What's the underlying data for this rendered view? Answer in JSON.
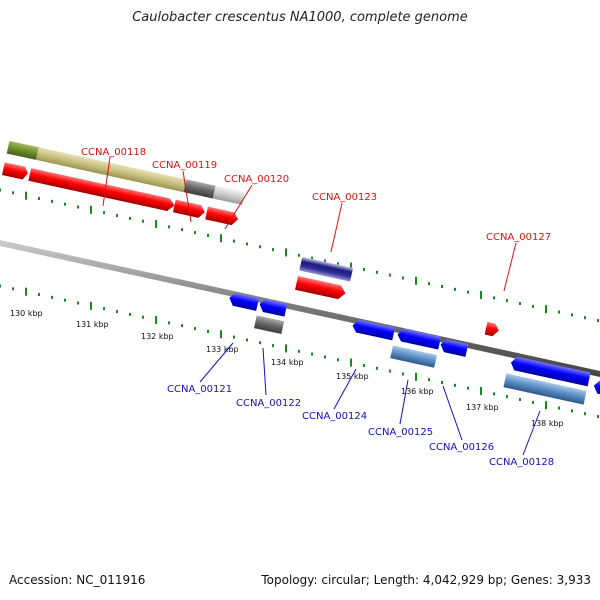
{
  "title": "Caulobacter crescentus NA1000, complete genome",
  "footer": {
    "accession": "Accession: NC_011916",
    "summary": "Topology: circular; Length: 4,042,929 bp; Genes: 3,933"
  },
  "ruler_labels": [
    "130 kbp",
    "131 kbp",
    "132 kbp",
    "133 kbp",
    "134 kbp",
    "135 kbp",
    "136 kbp",
    "137 kbp",
    "138 kbp"
  ],
  "genes_top": [
    "CCNA_00118",
    "CCNA_00119",
    "CCNA_00120",
    "CCNA_00123",
    "CCNA_00127"
  ],
  "genes_bottom": [
    "CCNA_00121",
    "CCNA_00122",
    "CCNA_00124",
    "CCNA_00125",
    "CCNA_00126",
    "CCNA_00128"
  ],
  "colors": {
    "forward_gene": "#ff0000",
    "reverse_gene": "#0000ff",
    "top_label": "#dd1111",
    "bottom_label": "#1111bb",
    "tick": "#1a8a1a",
    "backbone": "#888888"
  }
}
